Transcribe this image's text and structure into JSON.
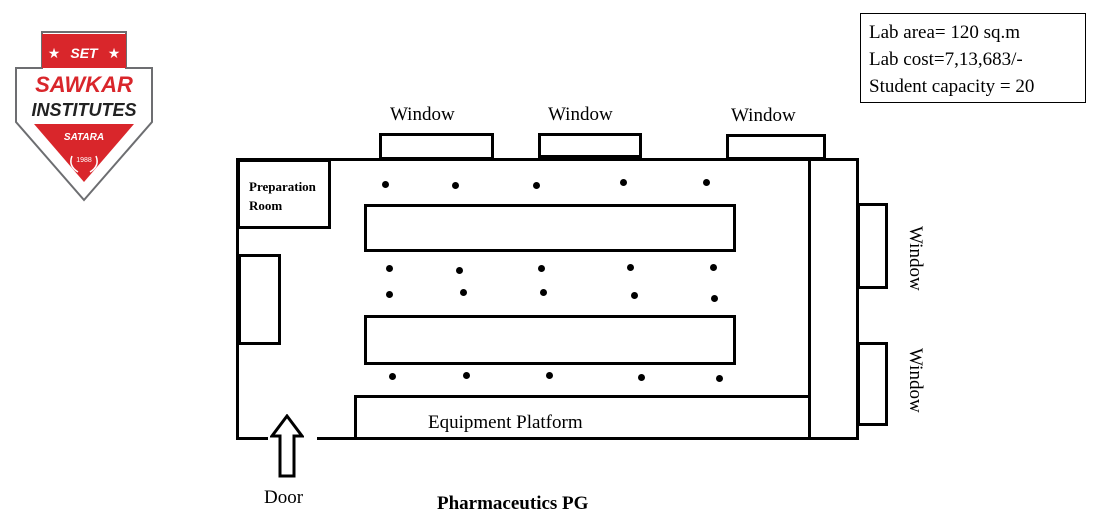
{
  "logo": {
    "top_text": "SET",
    "name_line1": "SAWKAR",
    "name_line2": "INSTITUTES",
    "city": "SATARA",
    "year": "1988",
    "colors": {
      "red": "#d9262b",
      "dark_red": "#b01d22",
      "grey": "#6d6e71",
      "white": "#ffffff"
    }
  },
  "info": {
    "area": "Lab area= 120 sq.m",
    "cost": "Lab cost=7,13,683/-",
    "capacity": "Student capacity = 20"
  },
  "windows": {
    "top_1": "Window",
    "top_2": "Window",
    "top_3": "Window",
    "right_1": "Window",
    "right_2": "Window"
  },
  "rooms": {
    "preparation": "Preparation Room",
    "preparation_line1": "Preparation",
    "preparation_line2": "Room",
    "equipment": "Equipment Platform"
  },
  "door_label": "Door",
  "title": "Pharmaceutics PG",
  "stool_count": 20
}
